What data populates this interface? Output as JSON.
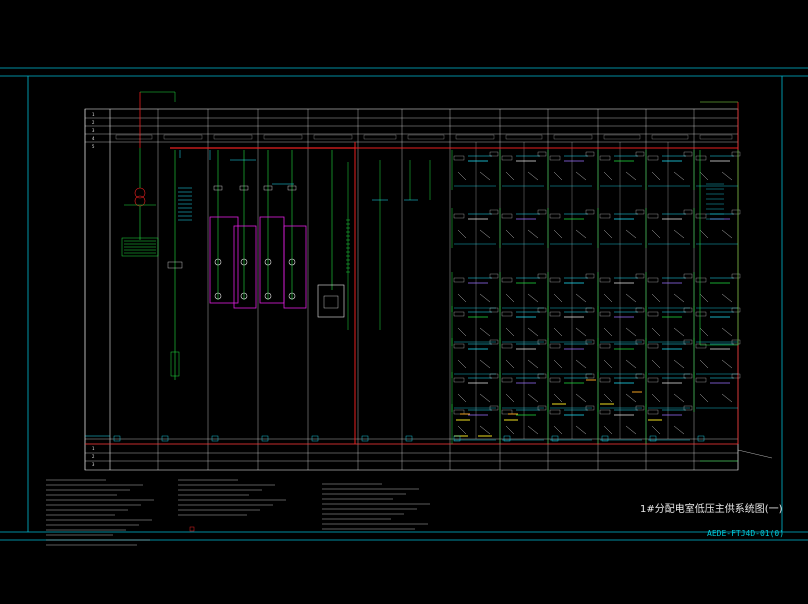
{
  "drawing": {
    "title": "1#分配电室低压主供系统图(一)",
    "drawing_number": "AEDE-FTJ4D-01(0)"
  },
  "colors": {
    "background": "#000000",
    "frame": "#00bcd4",
    "grid_line": "#d8d8d8",
    "busbar_red": "#e82020",
    "wire_green": "#20e040",
    "wire_cyan": "#20e8ff",
    "magenta": "#e020e0",
    "yellow": "#f0e020",
    "text_white": "#e8e8e8",
    "text_violet": "#9a70ff",
    "text_orange": "#f0a020"
  },
  "header_rows": [
    "1",
    "2",
    "3",
    "4",
    "5"
  ],
  "footer_rows": [
    "1",
    "2",
    "3"
  ]
}
